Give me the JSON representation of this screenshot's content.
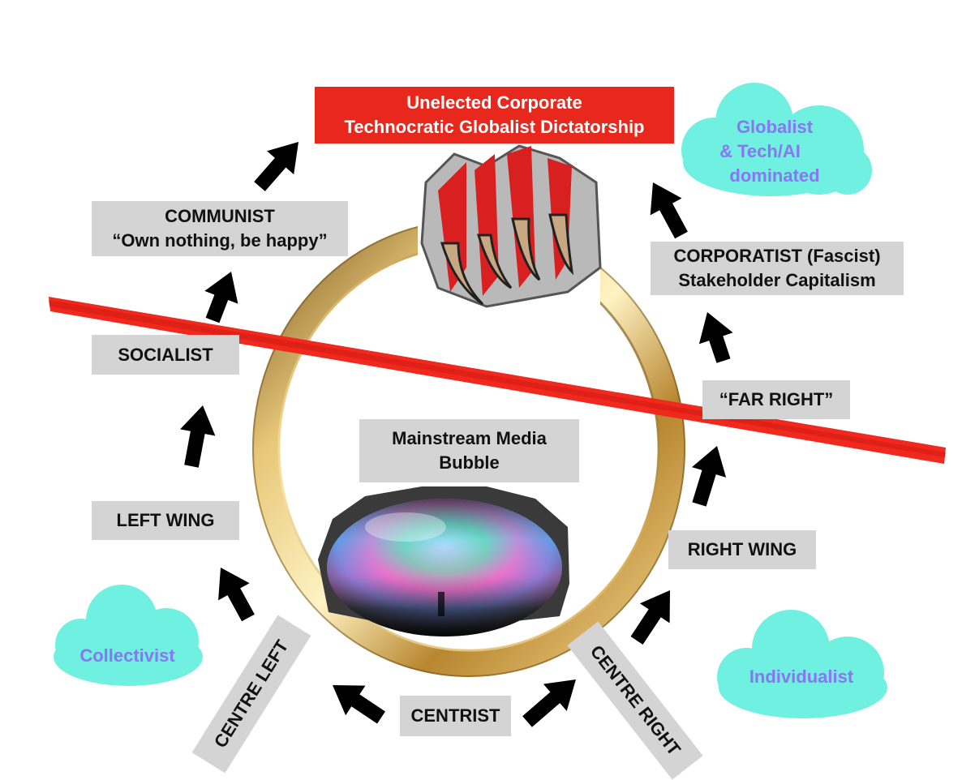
{
  "top_banner": {
    "line1": "Unelected Corporate",
    "line2": "Technocratic Globalist Dictatorship"
  },
  "labels": {
    "communist_line1": "COMMUNIST",
    "communist_line2": "“Own nothing, be happy”",
    "socialist": "SOCIALIST",
    "left_wing": "LEFT WING",
    "centre_left": "CENTRE LEFT",
    "centrist": "CENTRIST",
    "centre_right": "CENTRE RIGHT",
    "right_wing": "RIGHT WING",
    "far_right": "“FAR RIGHT”",
    "corporatist_line1": "CORPORATIST (Fascist)",
    "corporatist_line2": "Stakeholder Capitalism",
    "media_line1": "Mainstream Media",
    "media_line2": "Bubble"
  },
  "clouds": {
    "globalist_line1": "Globalist",
    "globalist_line2": "& Tech/AI",
    "globalist_line3": "dominated",
    "collectivist": "Collectivist",
    "individualist": "Individualist"
  },
  "colors": {
    "banner_red": "#e8281c",
    "slash_red": "#f0291e",
    "label_grey": "#d4d4d4",
    "cloud_cyan": "#6ff0e0",
    "cloud_text": "#8877f0",
    "ring_gold": "#c9a14a"
  },
  "icons": [
    "arrow-icon",
    "claw-icon",
    "bubble-image",
    "ring-image"
  ]
}
